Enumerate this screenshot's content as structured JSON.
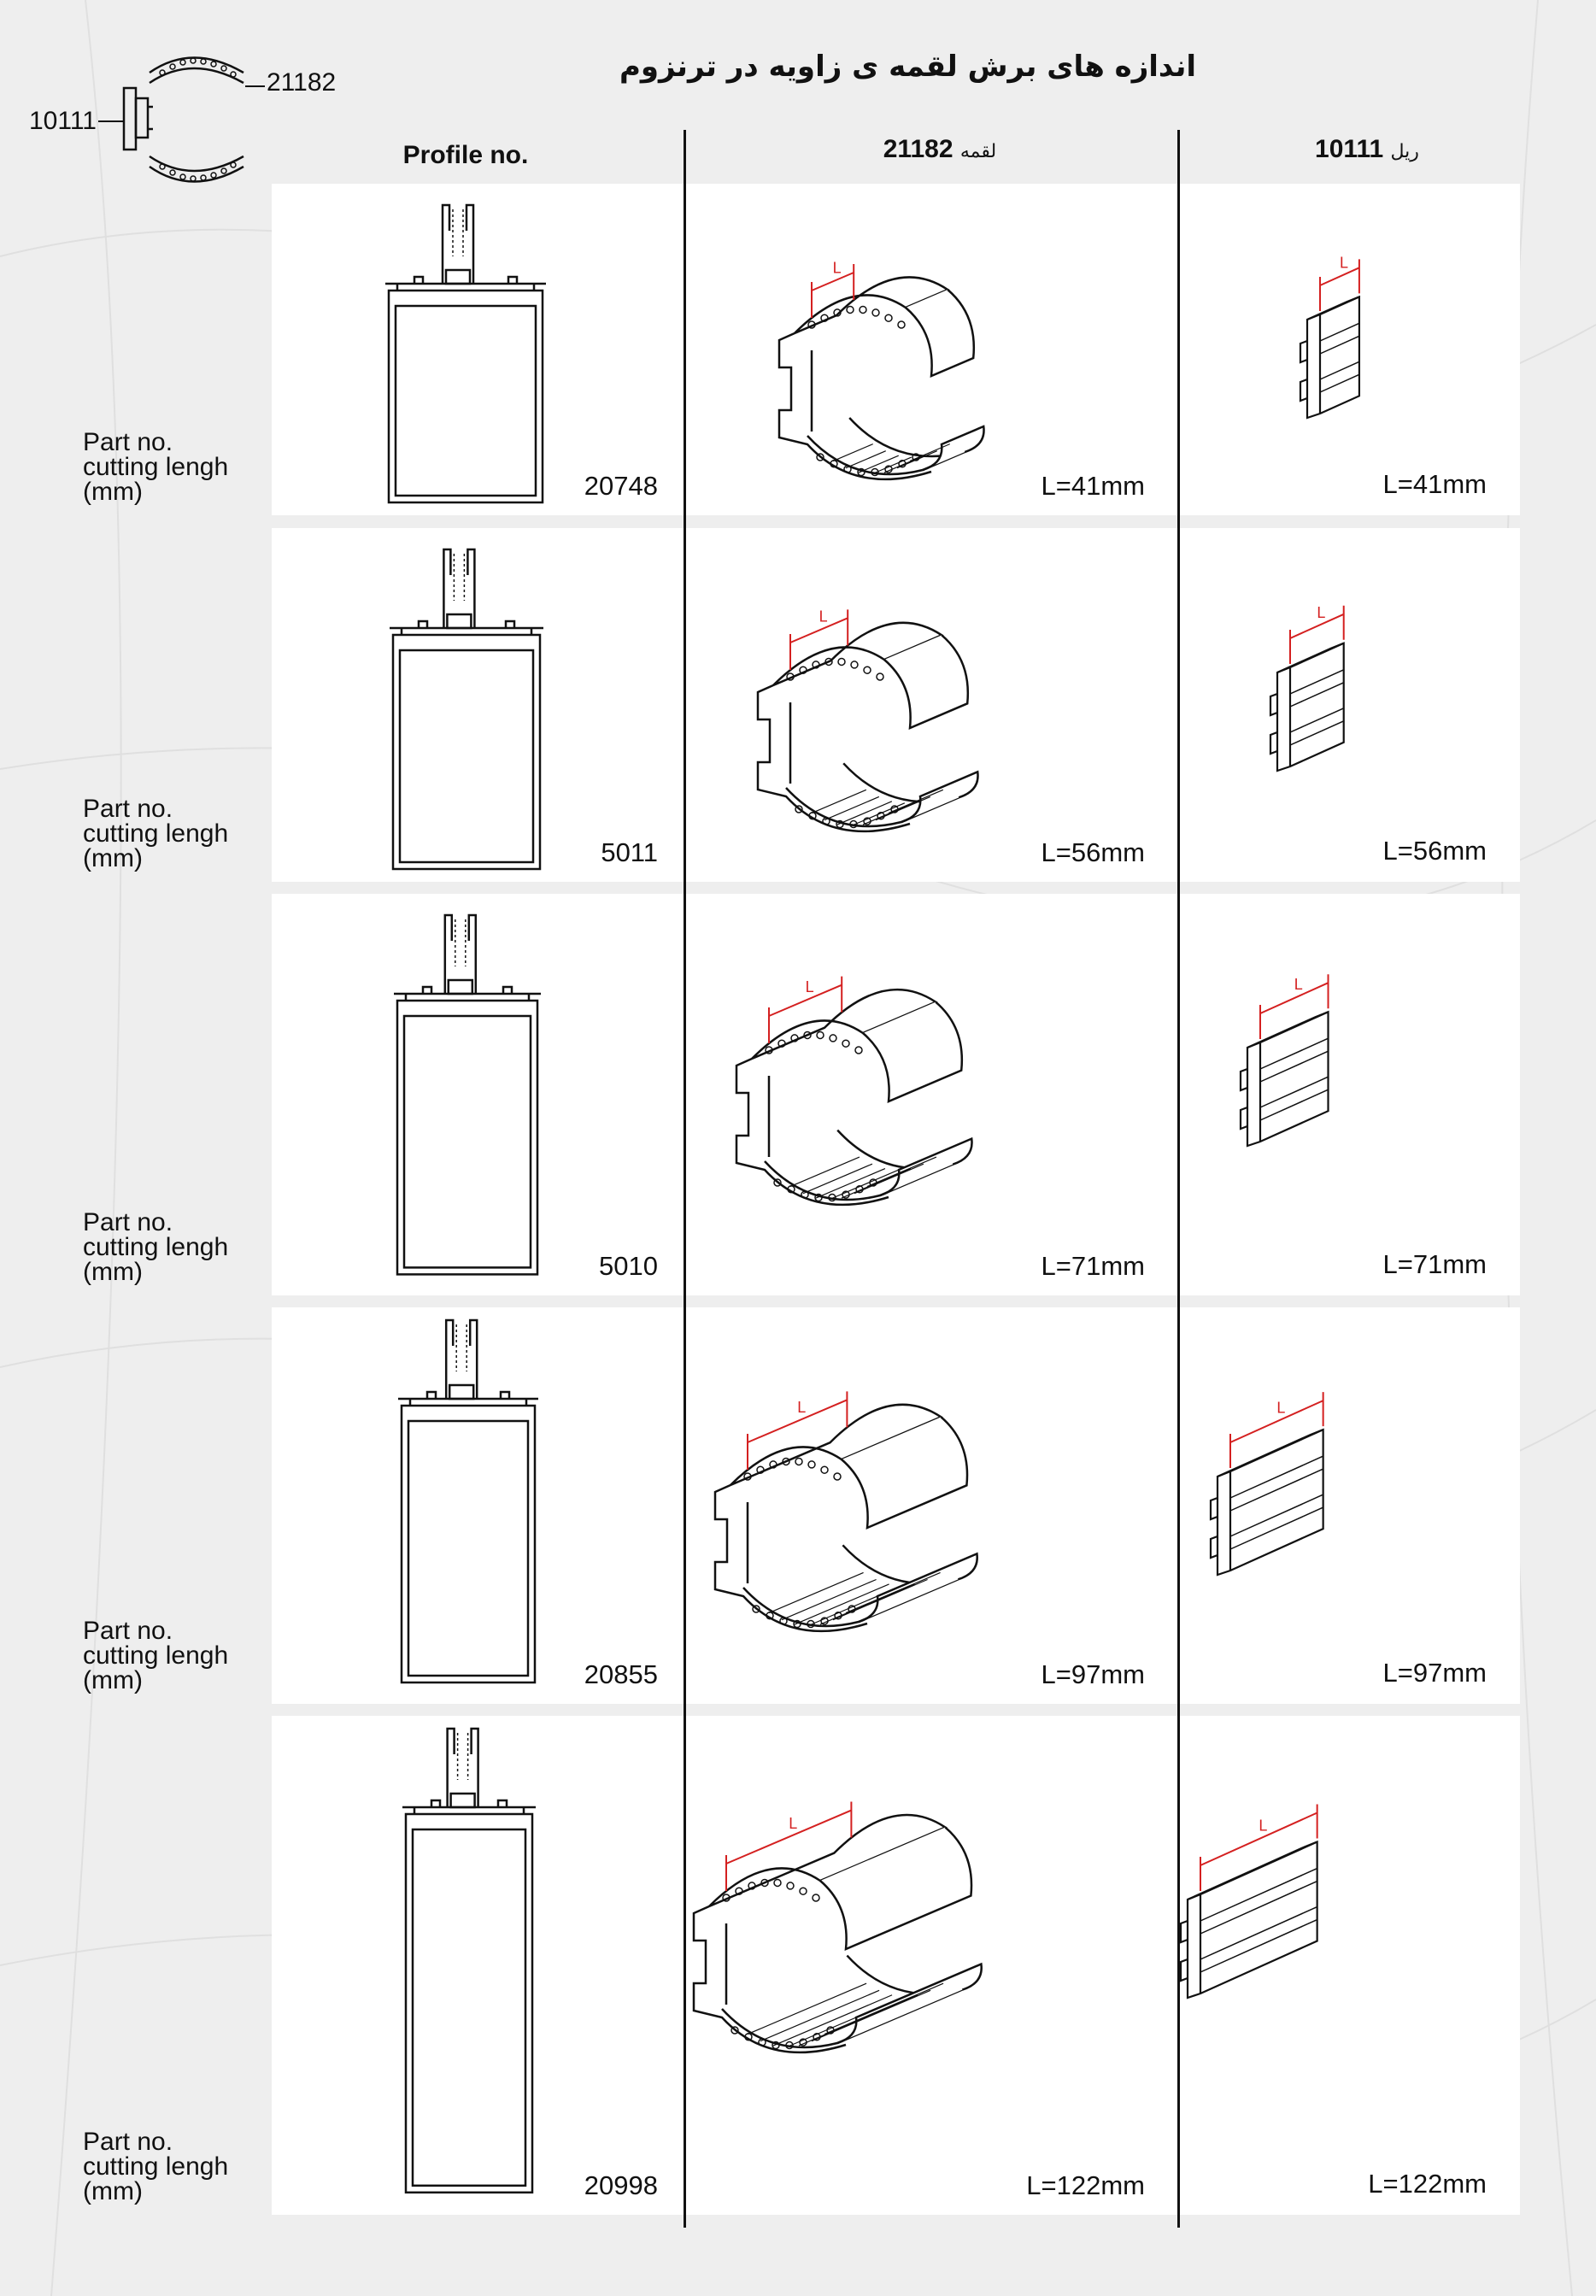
{
  "header": {
    "title": "اندازه های برش لقمه ی زاویه در ترنزوم",
    "legend_part_a": "21182",
    "legend_part_b": "10111"
  },
  "columns": {
    "profile_label": "Profile no.",
    "corner_label_fa": "لقمه",
    "corner_code": "21182",
    "rail_label_fa": "ریل",
    "rail_code": "10111"
  },
  "row_label": {
    "line1": "Part no.",
    "line2": "cutting lengh",
    "line3": "(mm)"
  },
  "rows": [
    {
      "profile_no": "20748",
      "corner_length": "L=41mm",
      "rail_length": "L=41mm",
      "length_mm": 41
    },
    {
      "profile_no": "5011",
      "corner_length": "L=56mm",
      "rail_length": "L=56mm",
      "length_mm": 56
    },
    {
      "profile_no": "5010",
      "corner_length": "L=71mm",
      "rail_length": "L=71mm",
      "length_mm": 71
    },
    {
      "profile_no": "20855",
      "corner_length": "L=97mm",
      "rail_length": "L=97mm",
      "length_mm": 97
    },
    {
      "profile_no": "20998",
      "corner_length": "L=122mm",
      "rail_length": "L=122mm",
      "length_mm": 122
    }
  ],
  "dimension_mark": "L",
  "colors": {
    "dimension_line": "#d42020",
    "line_art": "#111111",
    "cell_background": "#ffffff",
    "page_background": "#eeeeee"
  }
}
